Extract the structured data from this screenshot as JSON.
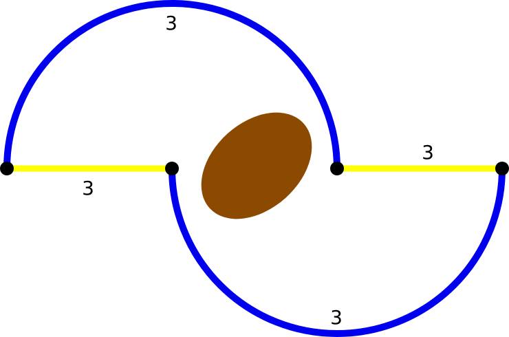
{
  "colors": {
    "background": "#ffffff",
    "arc": "#0000ee",
    "segment": "#ffff00",
    "node": "#000000",
    "blob": "#8b4a00"
  },
  "diagram": {
    "nodes": [
      "A",
      "B",
      "C",
      "D"
    ],
    "edges": [
      {
        "from": "A",
        "to": "C",
        "kind": "arc",
        "label": "3"
      },
      {
        "from": "A",
        "to": "B",
        "kind": "segment",
        "label": "3"
      },
      {
        "from": "C",
        "to": "D",
        "kind": "segment",
        "label": "3"
      },
      {
        "from": "B",
        "to": "D",
        "kind": "arc",
        "label": "3"
      }
    ]
  }
}
